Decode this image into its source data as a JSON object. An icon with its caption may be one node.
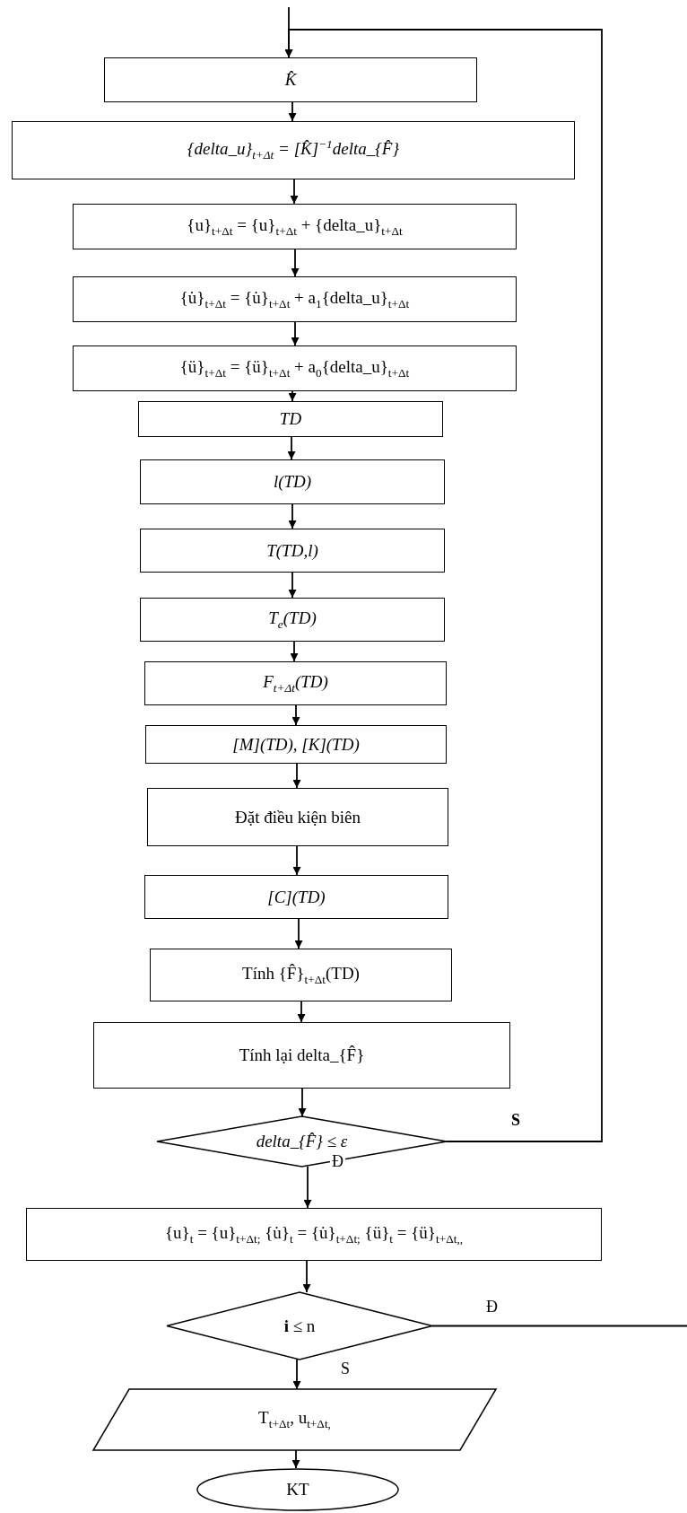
{
  "diagram": {
    "nodes": [
      {
        "text": [
          "K̂"
        ]
      },
      {
        "text": [
          "{delta_u}$_{t+Δt}$ = [K̂]$^{−1}$delta_{F̂}"
        ]
      },
      {
        "text": [
          "{u}$_{t+Δt}$ = {u}$_{t+Δt}$ + {delta_u}$_{t+Δt}$"
        ]
      },
      {
        "text": [
          "{u̇}$_{t+Δt}$ = {u̇}$_{t+Δt}$ + a$_{1}${delta_u}$_{t+Δt}$"
        ]
      },
      {
        "text": [
          "{ü}$_{t+Δt}$ = {ü}$_{t+Δt}$ + a$_{0}${delta_u}$_{t+Δt}$"
        ]
      },
      {
        "text": [
          "TD"
        ]
      },
      {
        "text": [
          "l(TD)"
        ]
      },
      {
        "text": [
          "T(TD,l)"
        ]
      },
      {
        "text": [
          "T$_{e}$(TD)"
        ]
      },
      {
        "text": [
          "F$_{t+Δt}$(TD)"
        ]
      },
      {
        "text": [
          "[M](TD), [K](TD)"
        ]
      },
      {
        "text": [
          "Đặt điều kiện biên"
        ]
      },
      {
        "text": [
          "[C](TD)"
        ]
      },
      {
        "text": [
          "Tính {F̂}$_{t+Δt}$(TD)"
        ]
      },
      {
        "text": [
          "Tính lại delta_{F̂}"
        ]
      },
      {
        "text": [
          "delta_{F̂} ≤ ε"
        ]
      },
      {
        "text": [
          "{u}$_{t}$ = {u}$_{t+Δt;}$ {u̇}$_{t}$ = {u̇}$_{t+Δt;}$ {ü}$_{t}$ = {ü}$_{t+Δt,,}$"
        ]
      },
      {
        "text": [
          "**i** ≤ n"
        ]
      },
      {
        "text": [
          "T$_{t+Δt}$, u$_{t+Δt,}$"
        ]
      },
      {
        "text": [
          "KT"
        ]
      }
    ],
    "edges": [
      {
        "from": null,
        "to": 0,
        "arrow": "to"
      },
      {
        "from": 0,
        "to": 1,
        "arrow": "to"
      },
      {
        "from": 1,
        "to": 2,
        "arrow": "to"
      },
      {
        "from": 2,
        "to": 3,
        "arrow": "to"
      },
      {
        "from": 3,
        "to": 4,
        "arrow": "to"
      },
      {
        "from": 4,
        "to": 5,
        "arrow": "to"
      },
      {
        "from": 5,
        "to": 6,
        "arrow": "to"
      },
      {
        "from": 6,
        "to": 7,
        "arrow": "to"
      },
      {
        "from": 7,
        "to": 8,
        "arrow": "to"
      },
      {
        "from": 8,
        "to": 9,
        "arrow": "to"
      },
      {
        "from": 9,
        "to": 10,
        "arrow": "to"
      },
      {
        "from": 10,
        "to": 11,
        "arrow": "to"
      },
      {
        "from": 11,
        "to": 12,
        "arrow": "to"
      },
      {
        "from": 12,
        "to": 13,
        "arrow": "to"
      },
      {
        "from": 13,
        "to": 14,
        "arrow": "to"
      },
      {
        "from": 14,
        "to": 15,
        "arrow": "to"
      },
      {
        "from": 15,
        "to": 16,
        "arrow": "to",
        "label": "Đ"
      },
      {
        "from": 16,
        "to": 17,
        "arrow": "to"
      },
      {
        "from": 17,
        "to": 18,
        "arrow": "to",
        "label": "S"
      },
      {
        "from": 18,
        "to": 19,
        "arrow": "to"
      },
      {
        "from": 15,
        "to": 0,
        "arrow": "to",
        "label": "S"
      },
      {
        "from": 17,
        "to": null,
        "arrow": "none",
        "label": "Đ"
      }
    ]
  }
}
